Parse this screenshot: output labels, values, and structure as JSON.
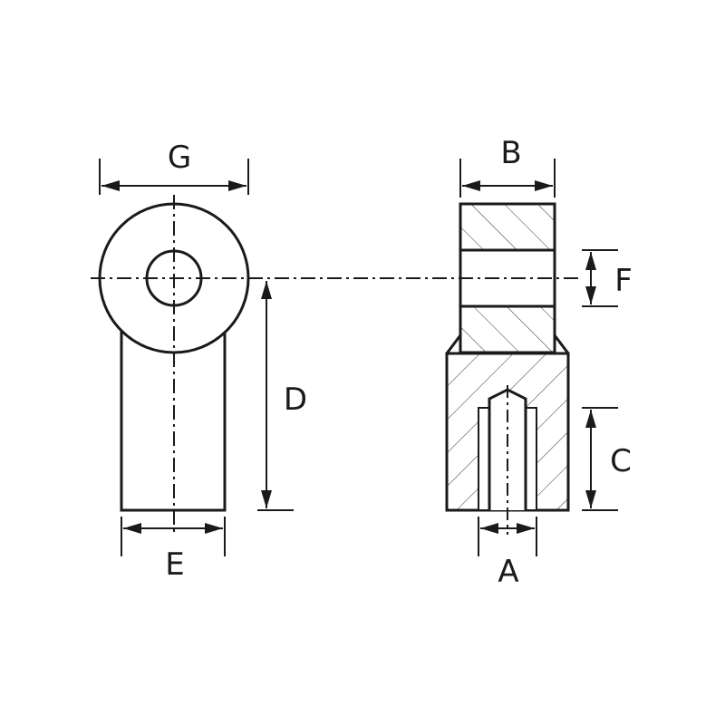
{
  "labels": {
    "G": "G",
    "B": "B",
    "F": "F",
    "D": "D",
    "C": "C",
    "E": "E",
    "A": "A"
  },
  "colors": {
    "line": "#1a1a1a",
    "background": "#ffffff"
  }
}
